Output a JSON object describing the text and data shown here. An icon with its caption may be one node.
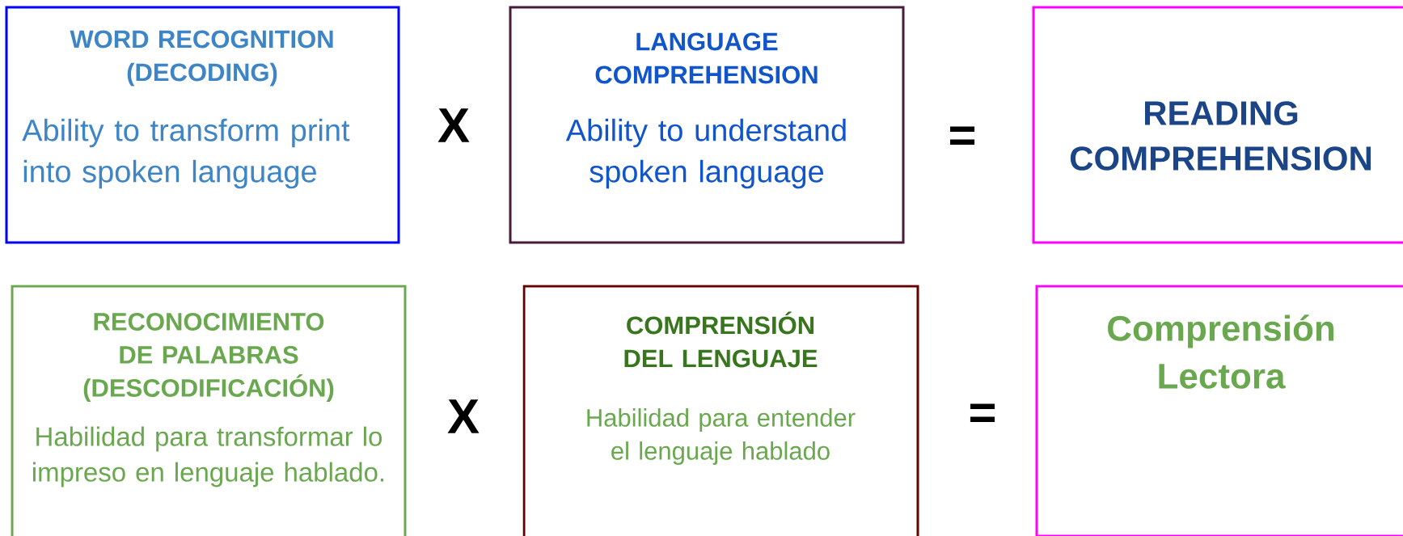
{
  "diagram": {
    "nodes": [
      {
        "text": [
          "WORD RECOGNITION (DECODING)",
          "Ability to transform print into spoken language"
        ]
      },
      {
        "text": [
          "LANGUAGE COMPREHENSION",
          "Ability to understand spoken language"
        ]
      },
      {
        "text": [
          "READING COMPREHENSION"
        ]
      },
      {
        "text": [
          "RECONOCIMIENTO DE PALABRAS (DESCODIFICACIÓN)",
          "Habilidad para transformar lo impreso en lenguaje hablado."
        ]
      },
      {
        "text": [
          "COMPRENSIÓN DEL LENGUAJE",
          "Habilidad para entender el lenguaje hablado"
        ]
      },
      {
        "text": [
          "Comprensión Lectora"
        ]
      }
    ],
    "edges": [],
    "labels": [
      "X",
      "=",
      "X",
      "="
    ]
  }
}
